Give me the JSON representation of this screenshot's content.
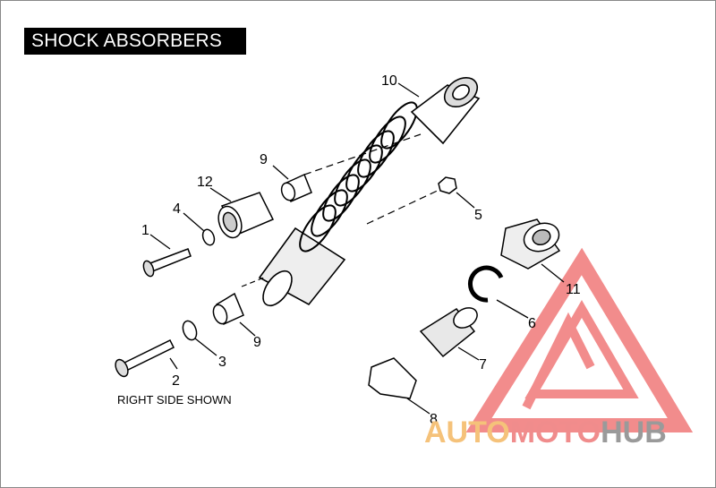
{
  "title": "SHOCK ABSORBERS",
  "caption": "RIGHT SIDE SHOWN",
  "callouts": [
    "1",
    "2",
    "3",
    "4",
    "5",
    "6",
    "7",
    "8",
    "9",
    "9",
    "10",
    "11",
    "12"
  ],
  "watermark": {
    "part1": "AUTO",
    "part2": "MOTO",
    "part3": "HUB",
    "colors": {
      "auto": "#f5c27a",
      "moto": "#f08c8c",
      "hub": "#9a9a9a",
      "logo": "#f07878"
    }
  }
}
